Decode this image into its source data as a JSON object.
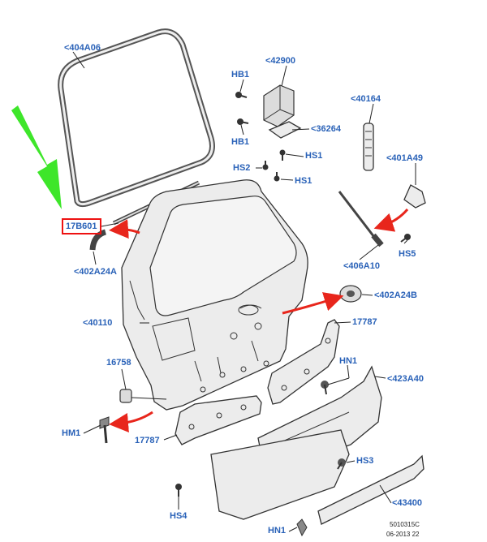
{
  "labels": {
    "seal_404A06": "<404A06",
    "p42900": "<42900",
    "hb1_top": "HB1",
    "hb1_bottom": "HB1",
    "p40164": "<40164",
    "p36264": "<36264",
    "hs1_a": "HS1",
    "hs2": "HS2",
    "hs1_b": "HS1",
    "p401A49": "<401A49",
    "p17B601": "17B601",
    "hs5": "HS5",
    "p402A24A": "<402A24A",
    "p406A10": "<406A10",
    "p402A24B": "<402A24B",
    "p40110": "<40110",
    "p17787_top": "17787",
    "hn1_top": "HN1",
    "p16758": "16758",
    "p423A40": "<423A40",
    "hm1": "HM1",
    "p17787_bottom": "17787",
    "hs3": "HS3",
    "hs4": "HS4",
    "p43400": "<43400",
    "hn1_bottom": "HN1"
  },
  "footer": {
    "ref": "5010315C",
    "date": "06-2013 22"
  },
  "colors": {
    "label": "#2a62b8",
    "highlight_box": "#e11111",
    "arrow_red": "#e8261c",
    "arrow_green": "#3ee62a"
  }
}
